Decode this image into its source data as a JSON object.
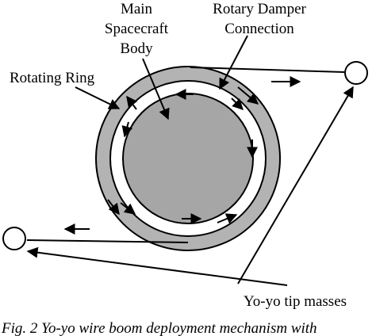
{
  "labels": {
    "main_body_line1": "Main",
    "main_body_line2": "Spacecraft",
    "main_body_line3": "Body",
    "damper_line1": "Rotary Damper",
    "damper_line2": "Connection",
    "ring": "Rotating Ring",
    "tip_masses": "Yo-yo tip masses"
  },
  "caption": "Fig. 2 Yo-yo wire boom deployment mechanism with",
  "colors": {
    "ring_fill": "#b3b3b3",
    "body_fill": "#a6a6a6",
    "stroke": "#000000",
    "background": "#ffffff"
  }
}
